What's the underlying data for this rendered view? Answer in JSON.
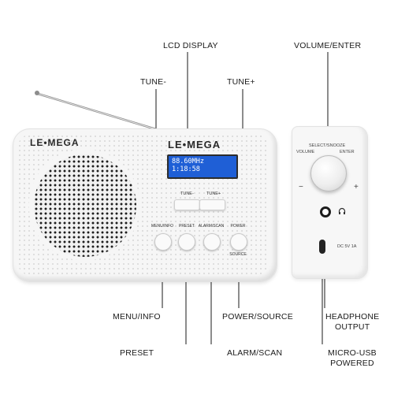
{
  "callouts": {
    "lcd_display": "LCD DISPLAY",
    "volume_enter": "VOLUME/ENTER",
    "tune_minus": "TUNE-",
    "tune_plus": "TUNE+",
    "menu_info": "MENU/INFO",
    "power_source": "POWER/SOURCE",
    "preset": "PRESET",
    "alarm_scan": "ALARM/SCAN",
    "headphone_output": [
      "HEADPHONE",
      "OUTPUT"
    ],
    "micro_usb": [
      "MICRO-USB",
      "POWERED"
    ]
  },
  "radio": {
    "brand_left": "LE•MEGA",
    "brand_center": "LE•MEGA",
    "lcd_line1": "88.60MHz",
    "lcd_line2": "1:18:58",
    "tune_minus_label": "TUNE-",
    "tune_plus_label": "TUNE+",
    "keys": [
      "MENU/INFO",
      "PRESET",
      "ALARM/SCAN",
      "POWER"
    ],
    "source_label": "SOURCE"
  },
  "side": {
    "select_snooze": "SELECT/SNOOZE",
    "volume": "VOLUME",
    "enter": "ENTER",
    "minus": "−",
    "plus": "+",
    "headphone_icon": "headphone-icon",
    "dc_label": "DC 5V  1A"
  },
  "colors": {
    "lcd_background": "#1f5fd6",
    "body": "#f6f6f6",
    "line": "#1a1a1a"
  }
}
